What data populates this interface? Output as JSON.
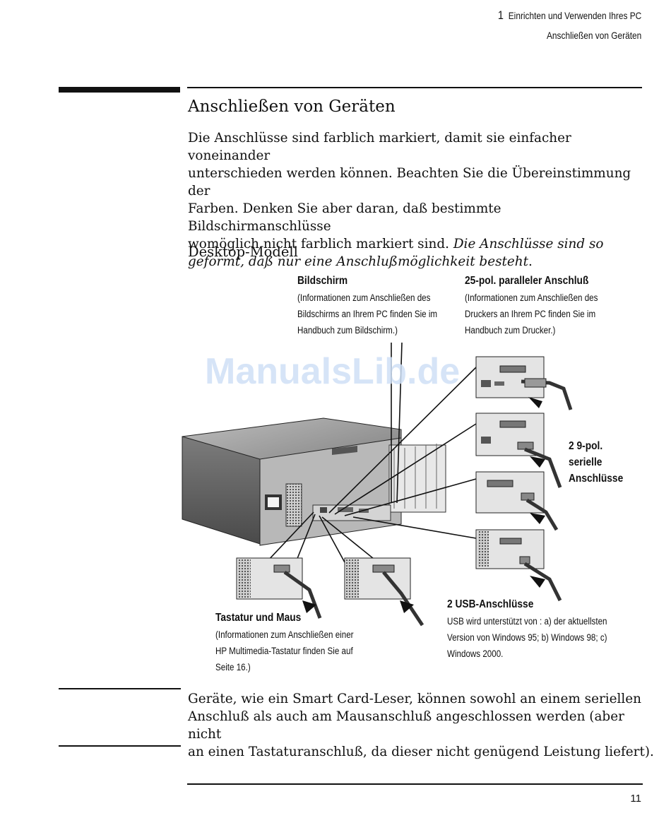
{
  "header": {
    "chapter_number": "1",
    "chapter_title": "Einrichten und Verwenden Ihres PC",
    "section_title": "Anschließen von Geräten"
  },
  "section": {
    "title": "Anschließen von Geräten",
    "intro_lines": [
      "Die Anschlüsse sind farblich markiert, damit sie einfacher voneinander",
      "unterschieden werden können. Beachten Sie die Übereinstimmung der",
      "Farben. Denken Sie aber daran, daß bestimmte Bildschirmanschlüsse",
      "womöglich nicht farblich markiert sind. "
    ],
    "intro_italic_1": "Die Anschlüsse sind so",
    "intro_italic_2": "geformt, daß nur eine Anschlußmöglichkeit besteht",
    "intro_end": ".",
    "subtitle": "Desktop-Modell"
  },
  "figure": {
    "monitor": {
      "heading": "Bildschirm",
      "desc": [
        "(Informationen zum Anschließen des",
        "Bildschirms an Ihrem PC finden Sie im",
        "Handbuch zum Bildschirm.)"
      ]
    },
    "parallel": {
      "heading": "25-pol. paralleler Anschluß",
      "desc": [
        "(Informationen zum Anschließen des",
        "Druckers an Ihrem PC finden Sie im",
        "Handbuch zum Drucker.)"
      ]
    },
    "serial": {
      "heading": [
        "2 9-pol.",
        "serielle",
        "Anschlüsse"
      ]
    },
    "keyboard": {
      "heading": "Tastatur und Maus",
      "desc": [
        "(Informationen zum Anschließen einer",
        "HP Multimedia-Tastatur finden Sie auf",
        "Seite 16.)"
      ]
    },
    "usb": {
      "heading": "2 USB-Anschlüsse",
      "desc": [
        "USB wird unterstützt von : a) der aktuellsten",
        "Version von Windows 95; b) Windows 98; c)",
        "Windows 2000."
      ]
    },
    "watermark": "ManualsLib.de"
  },
  "note_lines": [
    "Geräte, wie ein Smart Card-Leser, können sowohl an einem seriellen",
    "Anschluß als auch am Mausanschluß angeschlossen werden (aber nicht",
    "an einen Tastaturanschluß, da dieser nicht genügend Leistung liefert)."
  ],
  "page_number": "11"
}
